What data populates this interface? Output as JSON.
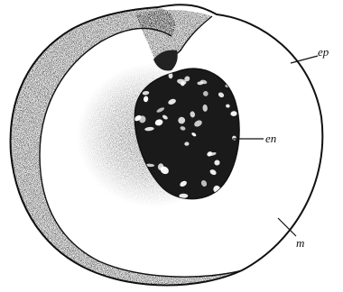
{
  "diagram": {
    "labels": {
      "ep": "ep",
      "en": "en",
      "m": "m"
    },
    "colors": {
      "ink": "#111111",
      "paper": "#ffffff",
      "stipple": "#444444"
    }
  }
}
